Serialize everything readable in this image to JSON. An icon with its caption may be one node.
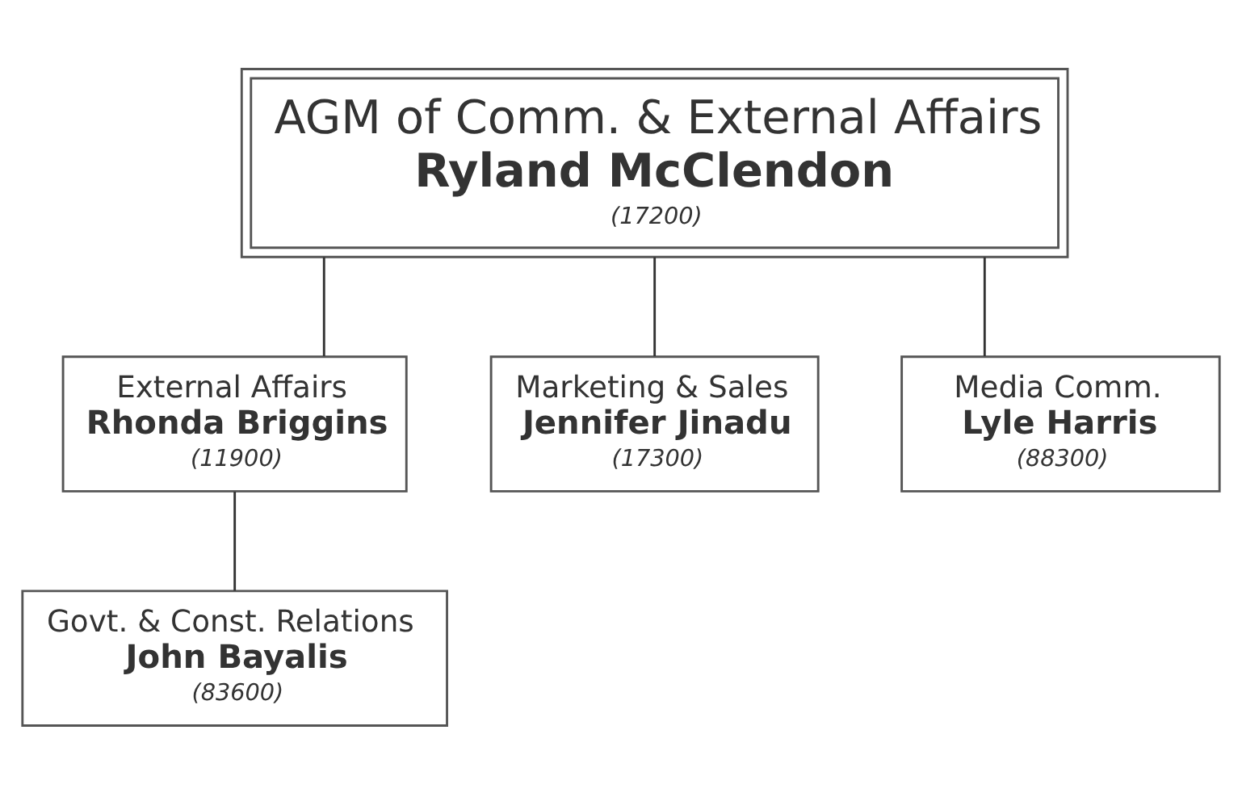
{
  "diagram": {
    "nodes": [
      {
        "text": [
          "AGM of Comm. & External Affairs",
          "Ryland McClendon",
          "(17200)"
        ]
      },
      {
        "text": [
          "External Affairs",
          "Rhonda Briggins",
          "(11900)"
        ]
      },
      {
        "text": [
          "Marketing & Sales",
          "Jennifer Jinadu",
          "(17300)"
        ]
      },
      {
        "text": [
          "Media Comm.",
          "Lyle Harris",
          "(88300)"
        ]
      },
      {
        "text": [
          "Govt. & Const. Relations",
          "John Bayalis",
          "(83600)"
        ]
      }
    ],
    "edges": [
      {
        "from": 0,
        "to": 1,
        "arrow": "none"
      },
      {
        "from": 0,
        "to": 2,
        "arrow": "none"
      },
      {
        "from": 0,
        "to": 3,
        "arrow": "none"
      },
      {
        "from": 1,
        "to": 4,
        "arrow": "none"
      }
    ]
  }
}
